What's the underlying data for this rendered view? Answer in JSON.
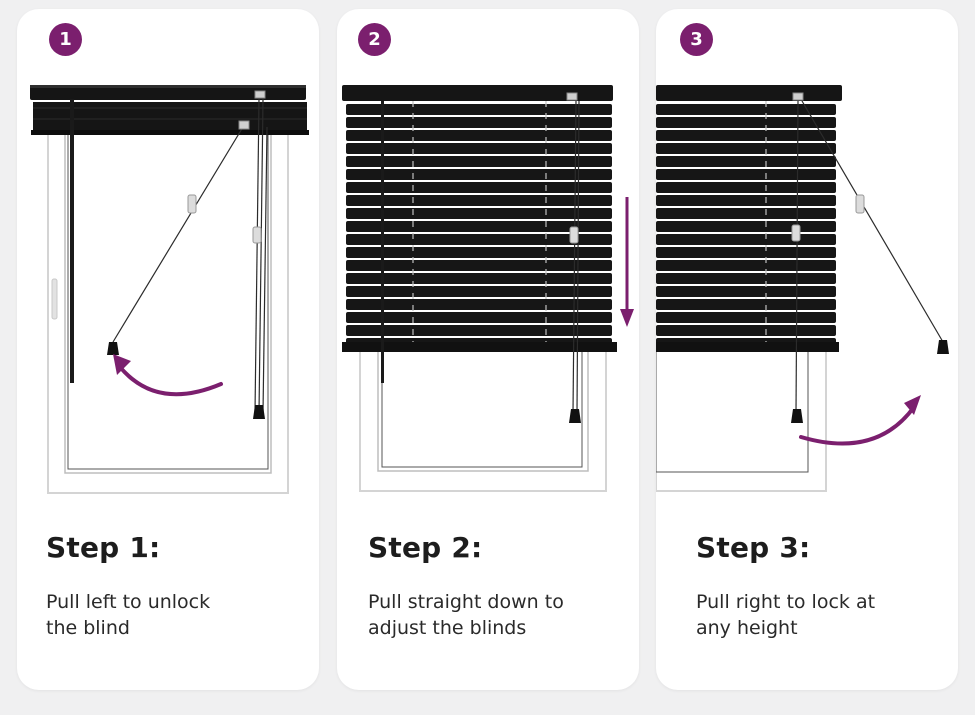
{
  "colors": {
    "accent": "#7b1f6e",
    "blind": "#151515",
    "frame": "#fbfbfb",
    "card": "#ffffff",
    "background": "#f0f0f1"
  },
  "steps": [
    {
      "number": "1",
      "title": "Step 1:",
      "desc_line1": "Pull left to unlock",
      "desc_line2": "the blind",
      "arrow_icon": "curved-arrow-left-icon"
    },
    {
      "number": "2",
      "title": "Step 2:",
      "desc_line1": "Pull straight down to",
      "desc_line2": "adjust the blinds",
      "arrow_icon": "arrow-down-icon"
    },
    {
      "number": "3",
      "title": "Step 3:",
      "desc_line1": "Pull right to lock at",
      "desc_line2": "any height",
      "arrow_icon": "curved-arrow-right-icon"
    }
  ]
}
